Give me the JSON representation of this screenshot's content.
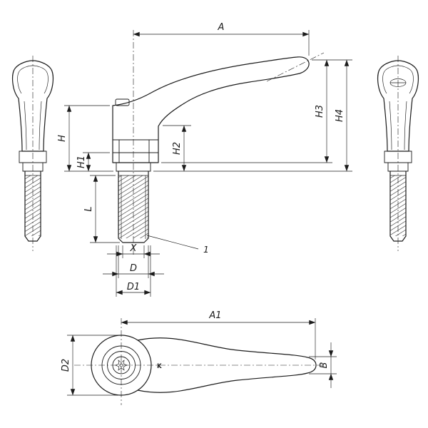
{
  "colors": {
    "line": "#1c1c1c",
    "background": "#ffffff"
  },
  "views": {
    "front": {
      "dims": {
        "A": "A",
        "H": "H",
        "H1": "H1",
        "H2": "H2",
        "H3": "H3",
        "H4": "H4",
        "L": "L",
        "X": "X",
        "D": "D",
        "D1": "D1"
      },
      "callout_1": "1"
    },
    "top": {
      "dims": {
        "A1": "A1",
        "D2": "D2",
        "B": "B"
      },
      "brand_mark": "K"
    }
  }
}
